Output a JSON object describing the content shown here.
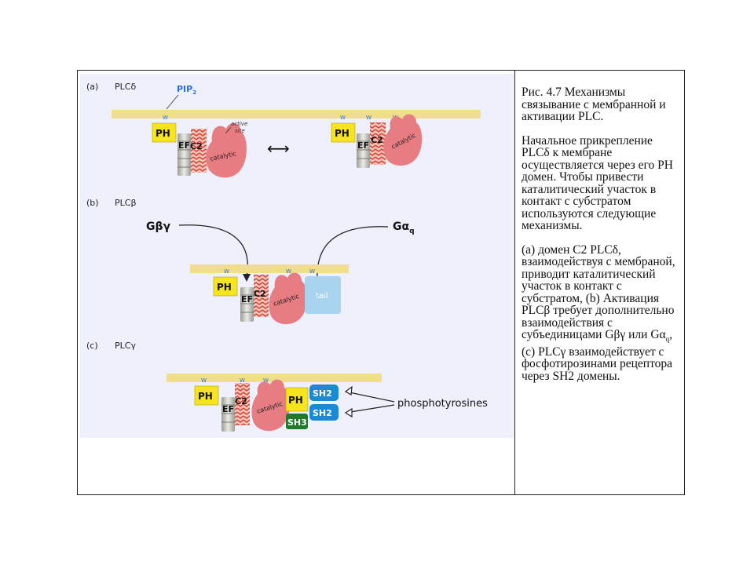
{
  "figure": {
    "panel_a": {
      "letter": "(a)",
      "name": "PLCδ"
    },
    "panel_b": {
      "letter": "(b)",
      "name": "PLCβ"
    },
    "panel_c": {
      "letter": "(c)",
      "name": "PLCγ"
    },
    "labels": {
      "pip2": "PIP",
      "pip2_sub": "2",
      "active_site_line1": "active",
      "active_site_line2": "site",
      "ph": "PH",
      "ef": "EF",
      "c2": "C2",
      "catalytic": "catalytic",
      "tail": "tail",
      "sh2": "SH2",
      "sh3": "SH3",
      "g_beta_gamma": "Gβγ",
      "g_alpha": "Gα",
      "g_alpha_sub": "q",
      "phosphotyrosines": "phosphotyrosines",
      "arrow": "⟷"
    },
    "colors": {
      "membrane": "#f0de8a",
      "ph": "#f6e41c",
      "c2": "#d9463a",
      "catalytic": "#e77c83",
      "tail": "#a8d4f0",
      "sh2": "#1a8ad4",
      "sh3": "#1f7a2a",
      "ef": "#c9c9c2"
    }
  },
  "caption": {
    "title": "Рис. 4.7 Механизмы связывание с мембранной и активации PLC.",
    "paragraph1": "Начальное прикрепление PLCδ к мембране осуществляется через его PH домен. Чтобы привести каталитический участок в контакт с субстратом используются следующие механизмы.",
    "paragraph2": "(a) домен C2 PLCδ, взаимодействуя с мембраной, приводит каталитический участок в контакт с субстратом, (b) Активация PLCβ требует дополнительно взаимодействия с субъединицами Gβγ или Gα",
    "paragraph2_sub": "q",
    "paragraph2_end": ", (c) PLCγ взаимодействует с фосфотирозинами рецептора через SH2 домены."
  }
}
